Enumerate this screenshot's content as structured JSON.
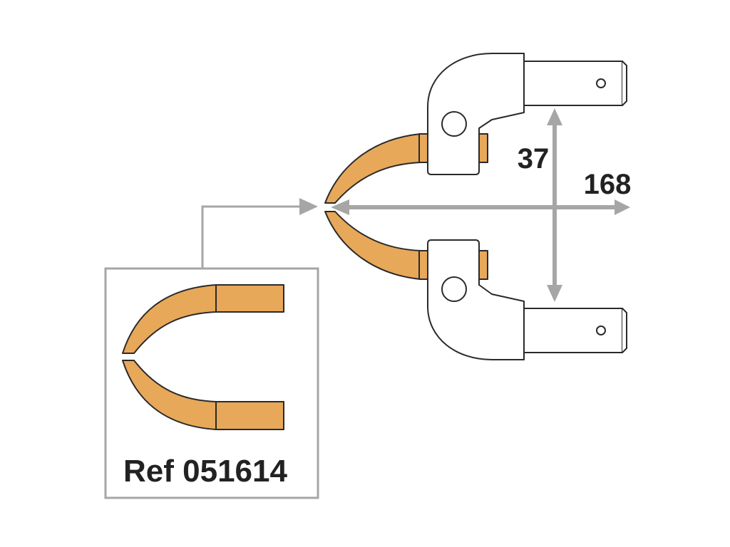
{
  "labels": {
    "ref": "Ref 051614",
    "height_dim": "37",
    "length_dim": "168"
  },
  "colors": {
    "electrode": "#E8A85A",
    "outline": "#2a2a2a",
    "dimension": "#a6a6a6",
    "box_border": "#a6a6a6",
    "text": "#222222"
  },
  "icons": {
    "electrode_shape": "u-shaped-electrode",
    "holder": "electrode-holder-arm"
  }
}
